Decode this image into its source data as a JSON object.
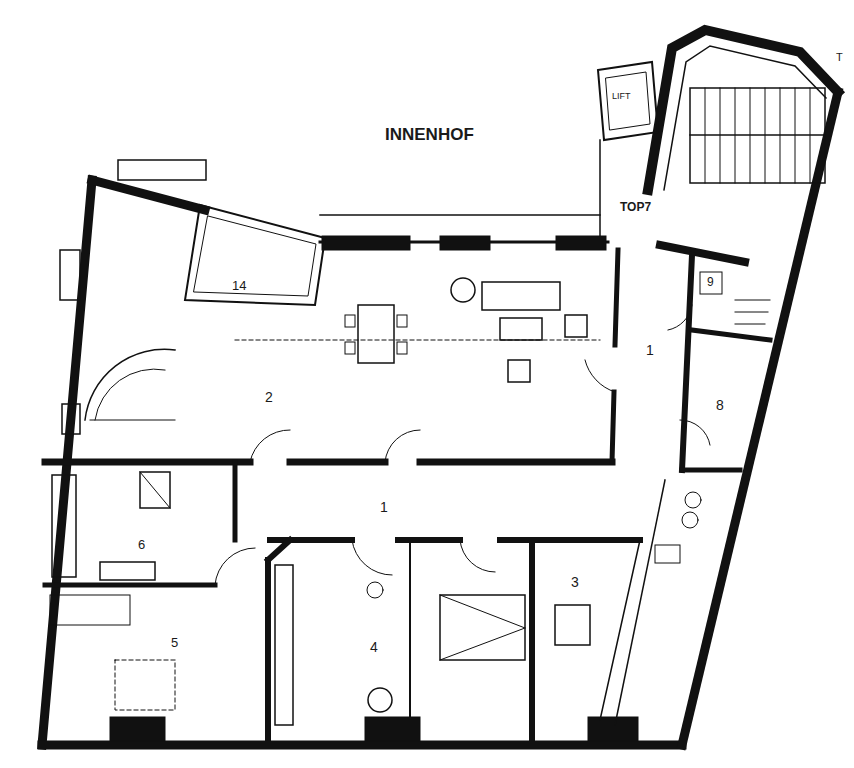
{
  "diagram": {
    "labels": [
      "INNENHOF",
      "LIFT",
      "TOP7",
      "14",
      "2",
      "1",
      "9",
      "8",
      "1",
      "6",
      "3",
      "5",
      "4",
      "T"
    ]
  }
}
